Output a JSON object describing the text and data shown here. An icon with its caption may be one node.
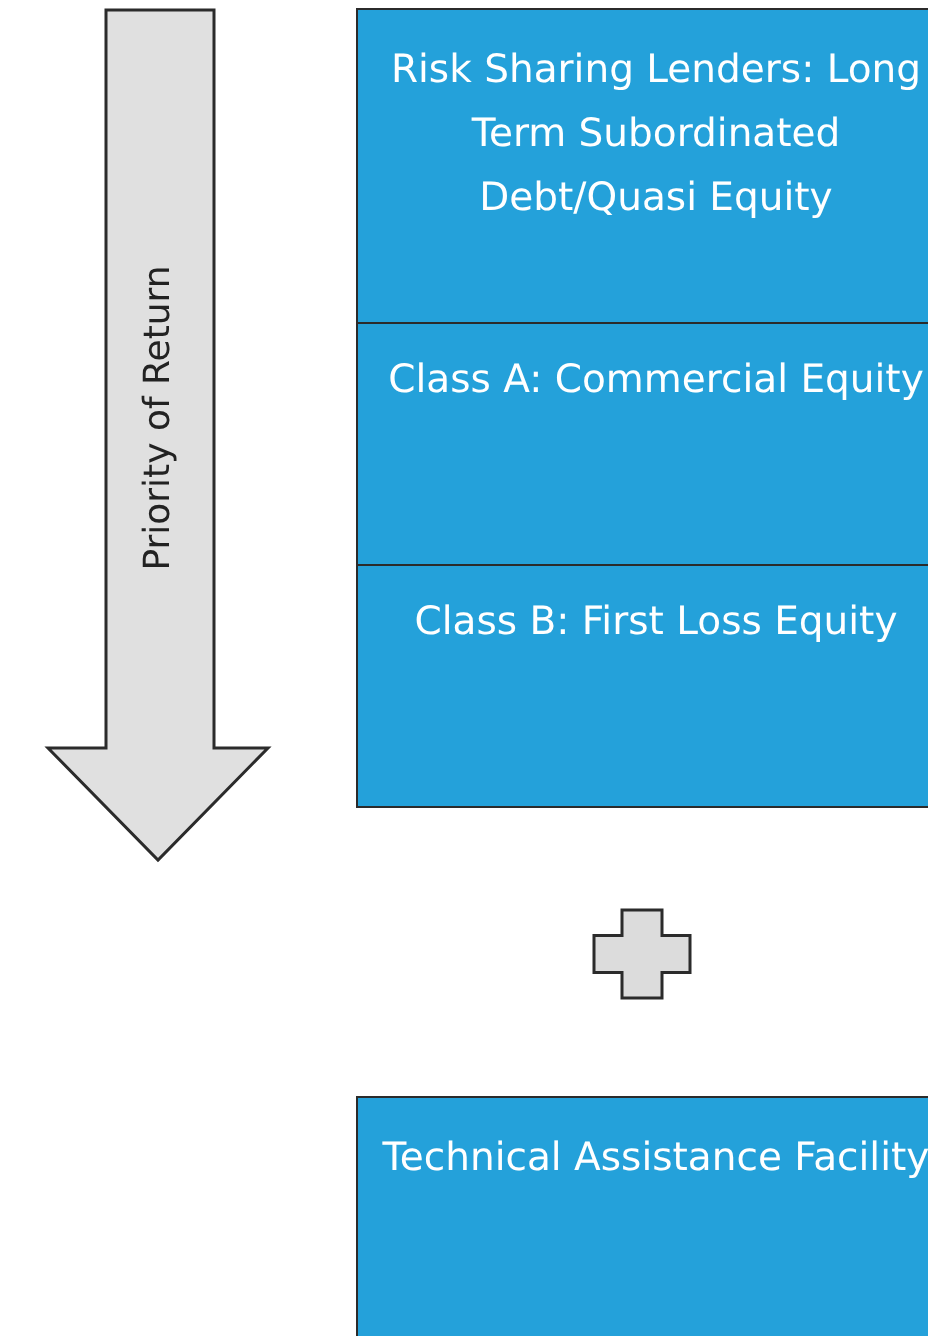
{
  "diagram": {
    "nodes": [
      {
        "text": [
          "Priority of Return"
        ]
      },
      {
        "text": [
          "Risk Sharing Lenders: Long Term Subordinated Debt/Quasi Equity"
        ]
      },
      {
        "text": [
          "Class A: Commercial Equity"
        ]
      },
      {
        "text": [
          "Class B: First Loss Equity"
        ]
      },
      {
        "text": [],
        "shape": "cross"
      },
      {
        "text": [
          "Technical Assistance Facility"
        ]
      }
    ]
  }
}
